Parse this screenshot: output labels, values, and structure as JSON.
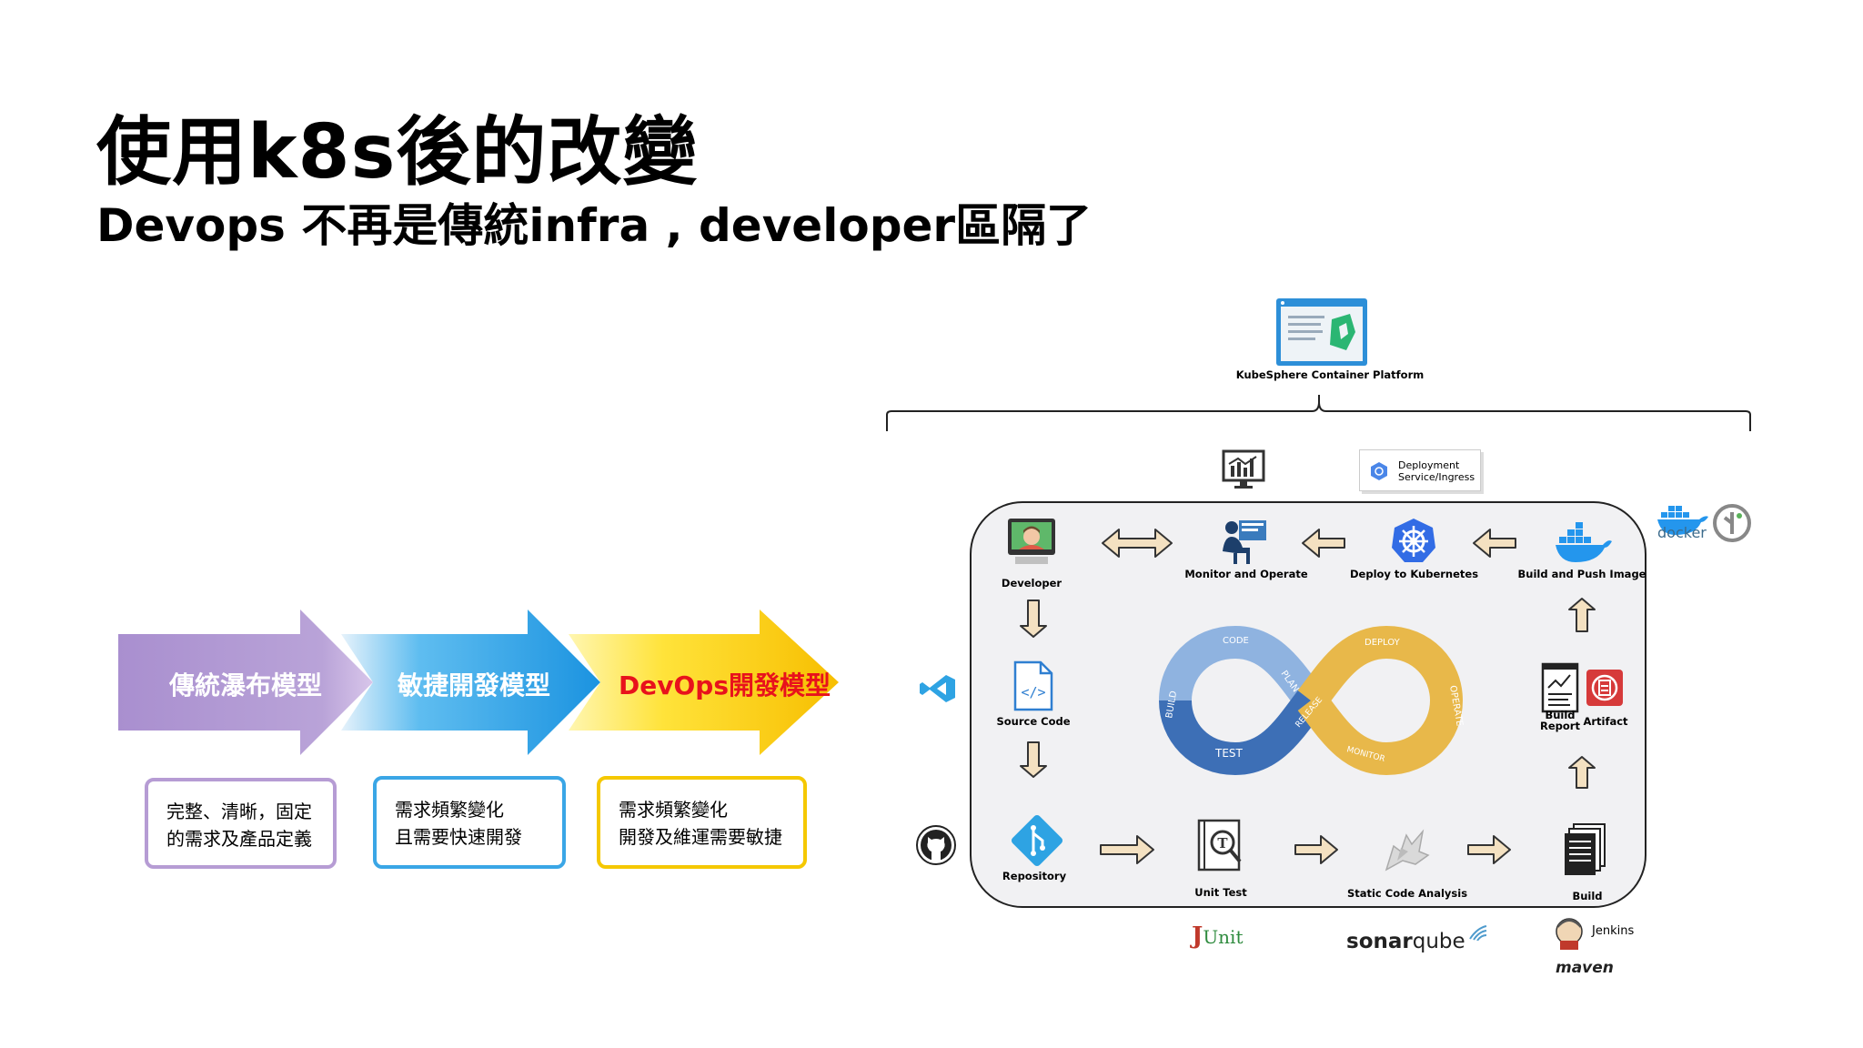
{
  "slide": {
    "title": "使用k8s後的改變",
    "subtitle": "Devops 不再是傳統infra , developer區隔了"
  },
  "models": [
    {
      "label": "傳統瀑布模型",
      "box_lines": [
        "完整、清晰，固定",
        "的需求及產品定義"
      ],
      "accent": "#b49ad0"
    },
    {
      "label": "敏捷開發模型",
      "box_lines": [
        "需求頻繁變化",
        "且需要快速開發"
      ],
      "accent": "#3aa6e6"
    },
    {
      "label": "DevOps開發模型",
      "box_lines": [
        "需求頻繁變化",
        "開發及維運需要敏捷"
      ],
      "accent": "#f5c800",
      "label_color": "#e8121c"
    }
  ],
  "pipeline": {
    "platform_label": "KubeSphere Container Platform",
    "deployment_badge": [
      "Deployment",
      "Service/Ingress"
    ],
    "stages": {
      "developer": "Developer",
      "monitor": "Monitor and Operate",
      "deploy": "Deploy to Kubernetes",
      "build_push": "Build and Push Image",
      "source_code": "Source Code",
      "build_report": [
        "Build",
        "Report"
      ],
      "artifact": "Artifact",
      "repository": "Repository",
      "unit_test": "Unit Test",
      "static_analysis": "Static Code Analysis",
      "build": "Build"
    },
    "loop_labels": [
      "CODE",
      "PLAN",
      "BUILD",
      "TEST",
      "RELEASE",
      "DEPLOY",
      "OPERATE",
      "MONITOR"
    ],
    "tools": {
      "docker": "docker",
      "junit_j": "J",
      "junit_rest": "Unit",
      "sonar_a": "sonar",
      "sonar_b": "qube",
      "jenkins": "Jenkins",
      "maven": "maven"
    }
  },
  "colors": {
    "loop_blue": "#3d6fb6",
    "loop_light_blue": "#8fb3e0",
    "loop_gold": "#e8b84a",
    "arrow_fill": "#f4e1c1"
  }
}
